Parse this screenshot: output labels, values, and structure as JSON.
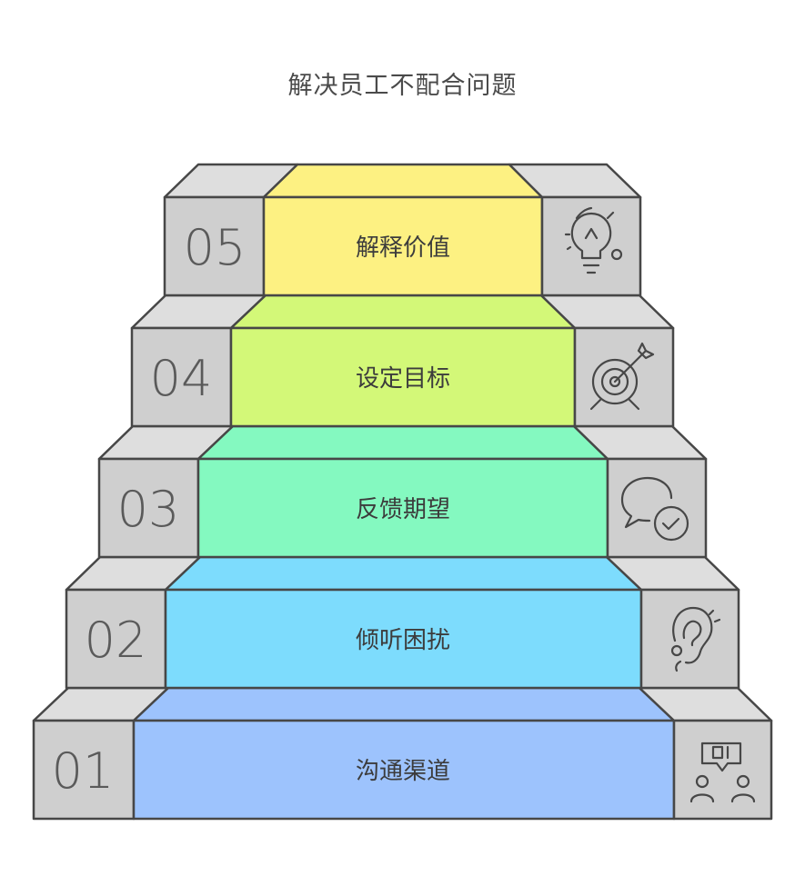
{
  "title": "解决员工不配合问题",
  "steps": [
    {
      "number": "01",
      "label": "沟通渠道",
      "icon": "people-talking-icon",
      "color": "#9dc3fd"
    },
    {
      "number": "02",
      "label": "倾听困扰",
      "icon": "ear-icon",
      "color": "#7ddcfd"
    },
    {
      "number": "03",
      "label": "反馈期望",
      "icon": "chat-check-icon",
      "color": "#84f9c0"
    },
    {
      "number": "04",
      "label": "设定目标",
      "icon": "target-arrow-icon",
      "color": "#d3f878"
    },
    {
      "number": "05",
      "label": "解释价值",
      "icon": "lightbulb-idea-icon",
      "color": "#fdf182"
    }
  ]
}
